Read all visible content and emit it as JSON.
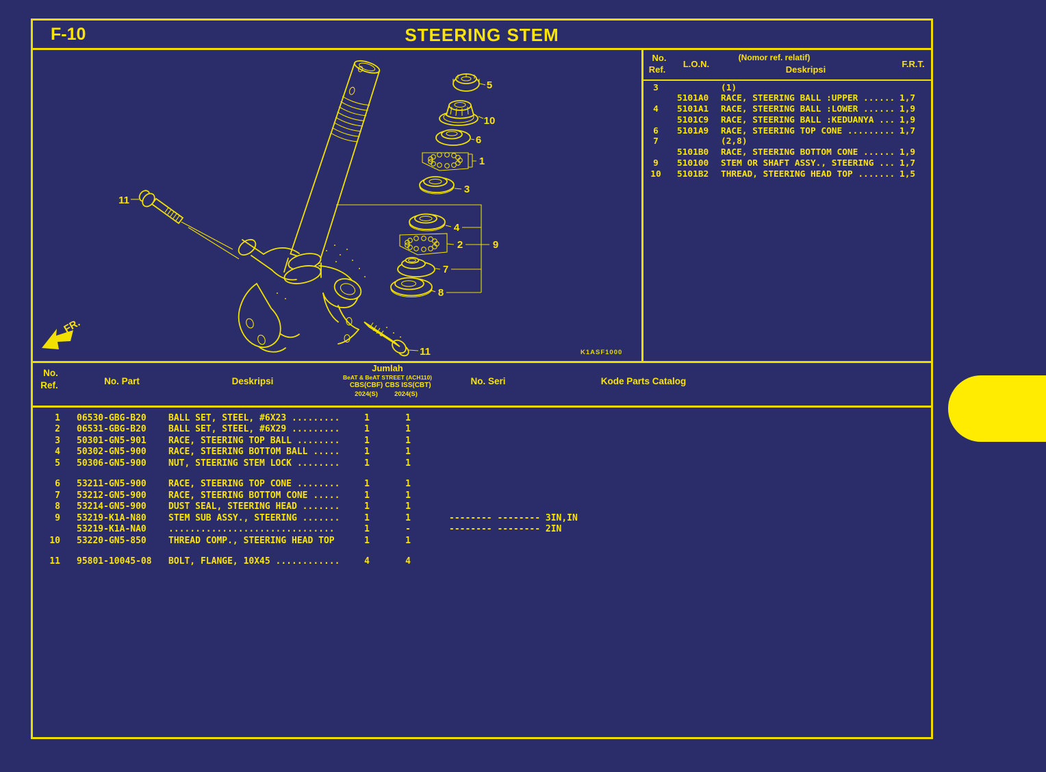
{
  "page": {
    "code": "F-10",
    "title": "STEERING STEM"
  },
  "ref_table": {
    "headers": {
      "no": "No.",
      "ref": "Ref.",
      "lon": "L.O.N.",
      "note": "(Nomor ref. relatif)",
      "desc": "Deskripsi",
      "frt": "F.R.T."
    },
    "rows": [
      {
        "ref": "3",
        "lon": "",
        "desc": "(1)",
        "frt": ""
      },
      {
        "ref": "",
        "lon": "5101A0",
        "desc": "RACE, STEERING BALL :UPPER ......",
        "frt": "1,7"
      },
      {
        "ref": "4",
        "lon": "5101A1",
        "desc": "RACE, STEERING BALL :LOWER ......",
        "frt": "1,9"
      },
      {
        "ref": "",
        "lon": "5101C9",
        "desc": "RACE, STEERING BALL :KEDUANYA ...",
        "frt": "1,9"
      },
      {
        "ref": "6",
        "lon": "5101A9",
        "desc": "RACE, STEERING TOP CONE .........",
        "frt": "1,7"
      },
      {
        "ref": "7",
        "lon": "",
        "desc": "(2,8)",
        "frt": ""
      },
      {
        "ref": "",
        "lon": "5101B0",
        "desc": "RACE, STEERING BOTTOM CONE ......",
        "frt": "1,9"
      },
      {
        "ref": "9",
        "lon": "510100",
        "desc": "STEM OR SHAFT ASSY., STEERING ...",
        "frt": "1,7"
      },
      {
        "ref": "10",
        "lon": "5101B2",
        "desc": "THREAD, STEERING HEAD TOP .......",
        "frt": "1,5"
      }
    ]
  },
  "parts_table": {
    "headers": {
      "no": "No.",
      "ref": "Ref.",
      "part": "No. Part",
      "desc": "Deskripsi",
      "jumlah": "Jumlah",
      "model": "BeAT & BeAT STREET (ACH110)",
      "variant1": "CBS(CBF)",
      "variant2": "CBS ISS(CBT)",
      "year1": "2024(S)",
      "year2": "2024(S)",
      "seri": "No. Seri",
      "kode": "Kode Parts Catalog"
    },
    "rows": [
      {
        "ref": "1",
        "part": "06530-GBG-B20",
        "desc": "BALL SET, STEEL, #6X23 .........",
        "qty1": "1",
        "qty2": "1",
        "seri": ""
      },
      {
        "ref": "2",
        "part": "06531-GBG-B20",
        "desc": "BALL SET, STEEL, #6X29 .........",
        "qty1": "1",
        "qty2": "1",
        "seri": ""
      },
      {
        "ref": "3",
        "part": "50301-GN5-901",
        "desc": "RACE, STEERING TOP BALL ........",
        "qty1": "1",
        "qty2": "1",
        "seri": ""
      },
      {
        "ref": "4",
        "part": "50302-GN5-900",
        "desc": "RACE, STEERING BOTTOM BALL .....",
        "qty1": "1",
        "qty2": "1",
        "seri": ""
      },
      {
        "ref": "5",
        "part": "50306-GN5-900",
        "desc": "NUT, STEERING STEM LOCK ........",
        "qty1": "1",
        "qty2": "1",
        "seri": ""
      },
      {
        "ref": "6",
        "part": "53211-GN5-900",
        "desc": "RACE, STEERING TOP CONE ........",
        "qty1": "1",
        "qty2": "1",
        "seri": "",
        "gap": true
      },
      {
        "ref": "7",
        "part": "53212-GN5-900",
        "desc": "RACE, STEERING BOTTOM CONE .....",
        "qty1": "1",
        "qty2": "1",
        "seri": ""
      },
      {
        "ref": "8",
        "part": "53214-GN5-900",
        "desc": "DUST SEAL, STEERING HEAD .......",
        "qty1": "1",
        "qty2": "1",
        "seri": ""
      },
      {
        "ref": "9",
        "part": "53219-K1A-N80",
        "desc": "STEM SUB ASSY., STEERING .......",
        "qty1": "1",
        "qty2": "1",
        "seri": "-------- -------- 3IN,IN"
      },
      {
        "ref": "",
        "part": "53219-K1A-NA0",
        "desc": "...............................",
        "qty1": "1",
        "qty2": "-",
        "seri": "-------- -------- 2IN"
      },
      {
        "ref": "10",
        "part": "53220-GN5-850",
        "desc": "THREAD COMP., STEERING HEAD TOP",
        "qty1": "1",
        "qty2": "1",
        "seri": ""
      },
      {
        "ref": "11",
        "part": "95801-10045-08",
        "desc": "BOLT, FLANGE, 10X45 ............",
        "qty1": "4",
        "qty2": "4",
        "seri": "",
        "gap": true
      }
    ]
  },
  "diagram": {
    "code": "K1ASF1000",
    "fr": "FR.",
    "labels": {
      "c1": "1",
      "c2": "2",
      "c3": "3",
      "c4": "4",
      "c5": "5",
      "c6": "6",
      "c7": "7",
      "c8": "8",
      "c9": "9",
      "c10": "10",
      "c11a": "11",
      "c11b": "11"
    }
  },
  "colors": {
    "background": "#2a2d69",
    "line_yellow": "#efdc00",
    "text_yellow": "#fbe305",
    "tab_yellow": "#ffec00"
  }
}
